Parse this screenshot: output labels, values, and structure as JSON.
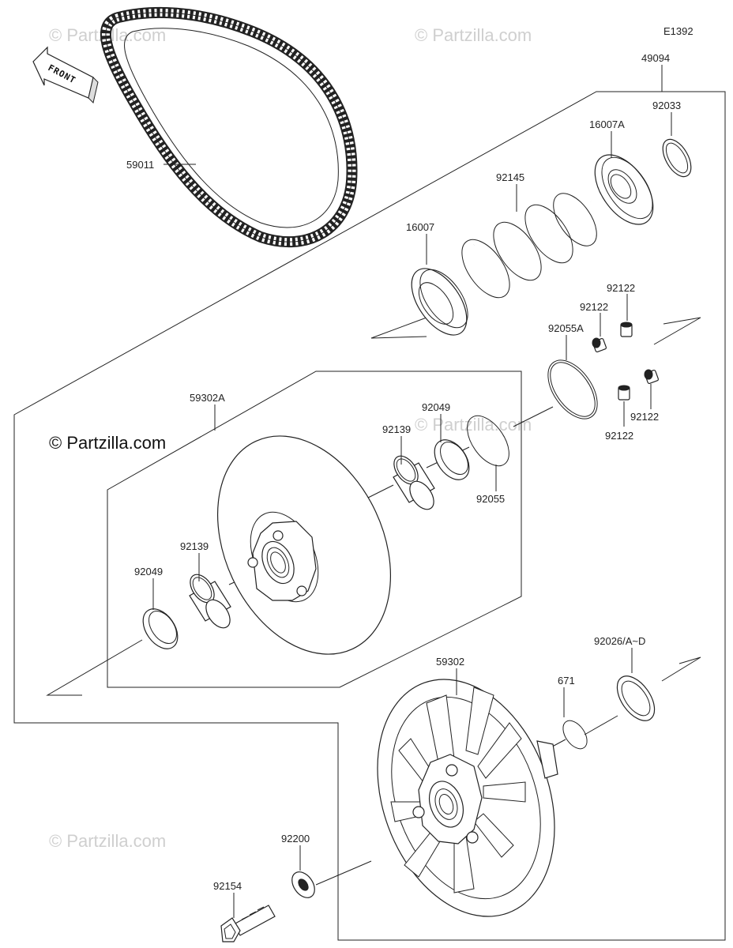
{
  "diagram_code": "E1392",
  "front_arrow_label": "FRONT",
  "watermark": "© Partzilla.com",
  "watermark_main": "© Partzilla.com",
  "parts": {
    "p49094": "49094",
    "p92033": "92033",
    "p16007A": "16007A",
    "p92145": "92145",
    "p16007": "16007",
    "p59011": "59011",
    "p92122_a": "92122",
    "p92122_b": "92122",
    "p92122_c": "92122",
    "p92122_d": "92122",
    "p92055A": "92055A",
    "p59302A": "59302A",
    "p92049_top": "92049",
    "p92139_top": "92139",
    "p92055": "92055",
    "p92139_left": "92139",
    "p92049_left": "92049",
    "p92026": "92026/A~D",
    "p59302": "59302",
    "p671": "671",
    "p92200": "92200",
    "p92154": "92154"
  }
}
